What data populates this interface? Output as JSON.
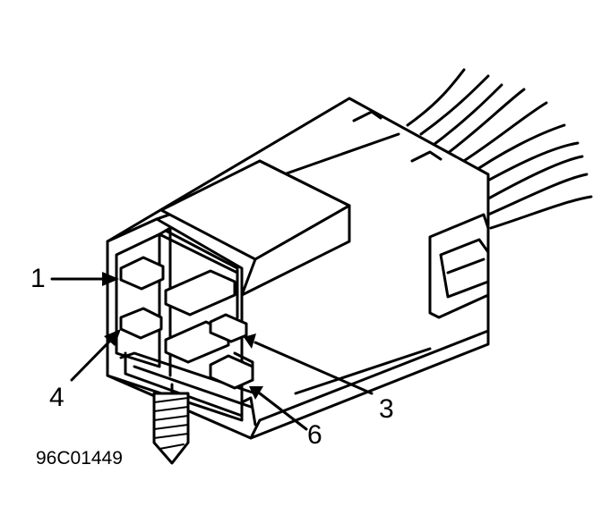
{
  "labels": {
    "pin_1": "1",
    "pin_3": "3",
    "pin_4": "4",
    "pin_6": "6"
  },
  "figure_code": "96C01449"
}
